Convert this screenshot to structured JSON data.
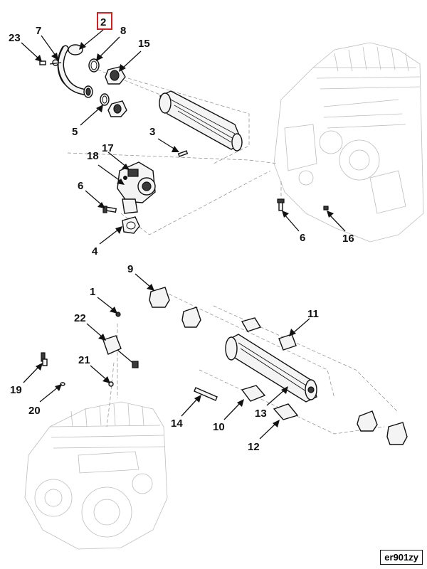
{
  "callouts": [
    {
      "id": "c2",
      "label": "2",
      "highlighted": true
    },
    {
      "id": "c7",
      "label": "7"
    },
    {
      "id": "c8",
      "label": "8"
    },
    {
      "id": "c23",
      "label": "23"
    },
    {
      "id": "c15",
      "label": "15"
    },
    {
      "id": "c5",
      "label": "5"
    },
    {
      "id": "c3",
      "label": "3"
    },
    {
      "id": "c17",
      "label": "17"
    },
    {
      "id": "c18",
      "label": "18"
    },
    {
      "id": "c6a",
      "label": "6"
    },
    {
      "id": "c4",
      "label": "4"
    },
    {
      "id": "c6b",
      "label": "6"
    },
    {
      "id": "c16",
      "label": "16"
    },
    {
      "id": "c9",
      "label": "9"
    },
    {
      "id": "c1",
      "label": "1"
    },
    {
      "id": "c22",
      "label": "22"
    },
    {
      "id": "c11",
      "label": "11"
    },
    {
      "id": "c21",
      "label": "21"
    },
    {
      "id": "c19",
      "label": "19"
    },
    {
      "id": "c20",
      "label": "20"
    },
    {
      "id": "c14",
      "label": "14"
    },
    {
      "id": "c10",
      "label": "10"
    },
    {
      "id": "c13",
      "label": "13"
    },
    {
      "id": "c12",
      "label": "12"
    }
  ],
  "sheet_id": "er901zy",
  "colors": {
    "highlight_box": "#d42020",
    "ink": "#111111",
    "ghost_line": "#bdbdbd"
  }
}
